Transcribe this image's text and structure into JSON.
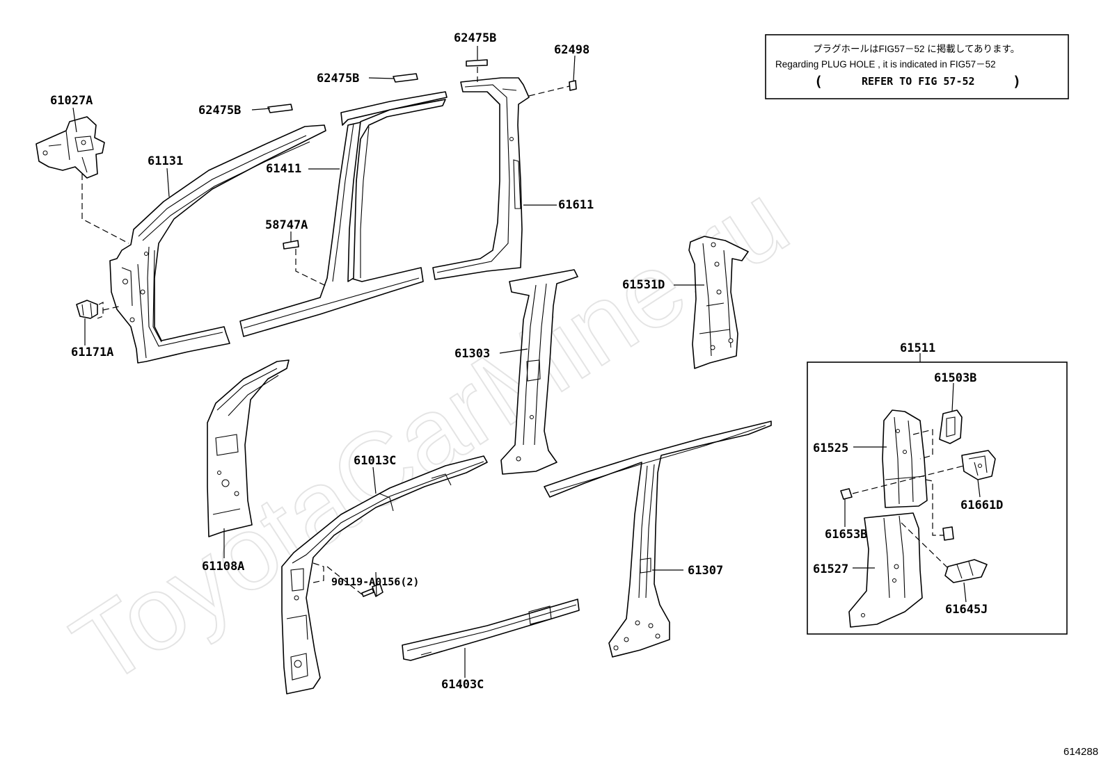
{
  "watermark": "ToyotaCarMine.ru",
  "note": {
    "line_jp": "プラグホールはFIG57－52 に掲載してあります。",
    "line_en": "Regarding PLUG HOLE , it is indicated in FIG57－52",
    "refer_open": "(",
    "refer_text": "REFER TO FIG 57-52",
    "refer_close": ")"
  },
  "figure_number": "614288",
  "parts": {
    "p61027A": "61027A",
    "p61131": "61131",
    "p62475B_a": "62475B",
    "p62475B_b": "62475B",
    "p62475B_c": "62475B",
    "p62498": "62498",
    "p61411": "61411",
    "p61611": "61611",
    "p58747A": "58747A",
    "p61531D": "61531D",
    "p61171A": "61171A",
    "p61303": "61303",
    "p61511": "61511",
    "p61503B": "61503B",
    "p61525": "61525",
    "p61661D": "61661D",
    "p61653B": "61653B",
    "p61527": "61527",
    "p61645J": "61645J",
    "p61013C": "61013C",
    "p61108A": "61108A",
    "p90119": "90119-A0156(2)",
    "p61307": "61307",
    "p61403C": "61403C"
  }
}
